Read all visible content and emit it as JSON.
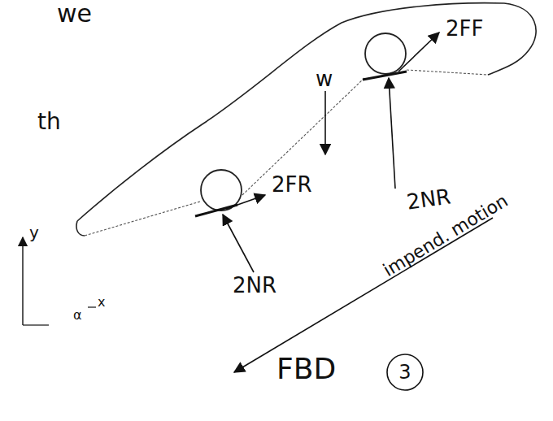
{
  "diagram": {
    "labels": [
      "we",
      "th",
      "w",
      "2FF",
      "2FR",
      "2NR",
      "2NR",
      "y",
      "x",
      "α",
      "impend. motion",
      "FBD",
      "3"
    ]
  }
}
